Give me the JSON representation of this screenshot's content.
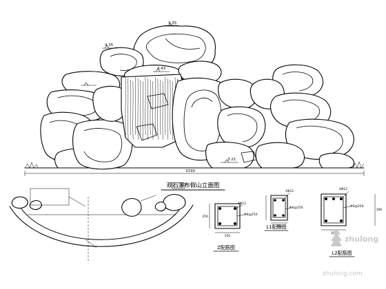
{
  "drawing": {
    "elevation_title": "观石瀑布假山立面图",
    "elevation_levels": {
      "peak": "4.35",
      "left_shoulder": "4.35",
      "falls_top": "4.43",
      "left_mid": "",
      "base": "3.21"
    },
    "elevation_total_width": "3330",
    "section_notes": [
      "",
      "",
      ""
    ],
    "section_note_right": "",
    "section_callout_top": "",
    "z_detail": {
      "label": "Z配筋图",
      "rebar": "4Φ12",
      "stirrup": "Φ6@250",
      "width": "250",
      "height": "250"
    },
    "l1_detail": {
      "label": "L1配筋图",
      "rebar": "4Φ12",
      "stirrup": "Φ6@250",
      "width": "250",
      "note": ""
    },
    "l2_detail": {
      "label": "L2配筋图",
      "rebar": "4Φ12",
      "stirrup": "Φ6@250",
      "width": "300",
      "height": "300"
    }
  },
  "watermark": {
    "brand": "zhulong",
    "site": "zhulong.com"
  },
  "colors": {
    "ink": "#000000",
    "paper": "#ffffff",
    "watermark": "#c9c9c9"
  }
}
